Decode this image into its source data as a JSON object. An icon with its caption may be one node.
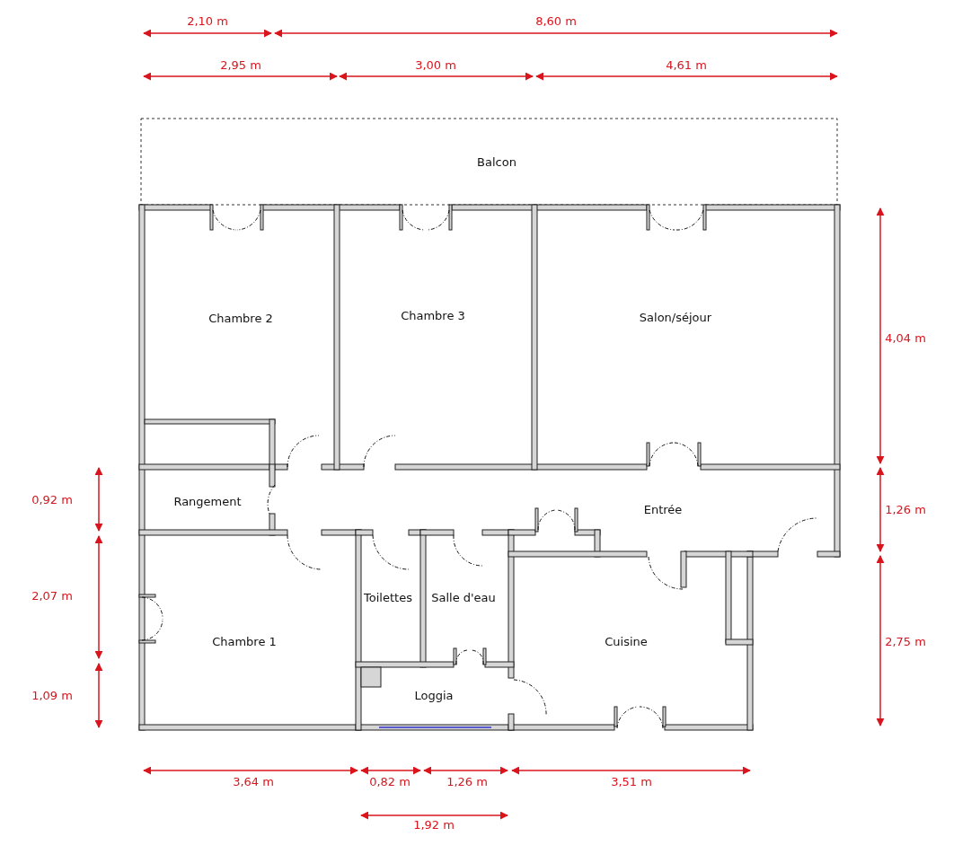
{
  "diagram": {
    "labels": [
      "2,10 m",
      "8,60 m",
      "2,95 m",
      "3,00 m",
      "4,61 m",
      "Balcon",
      "Chambre 2",
      "Chambre 3",
      "Salon/séjour",
      "4,04 m",
      "0,92 m",
      "Rangement",
      "Entrée",
      "1,26 m",
      "2,07 m",
      "Toilettes",
      "Salle d'eau",
      "Chambre 1",
      "Cuisine",
      "2,75 m",
      "1,09 m",
      "Loggia",
      "3,64 m",
      "0,82 m",
      "1,26 m",
      "3,51 m",
      "1,92 m"
    ]
  }
}
